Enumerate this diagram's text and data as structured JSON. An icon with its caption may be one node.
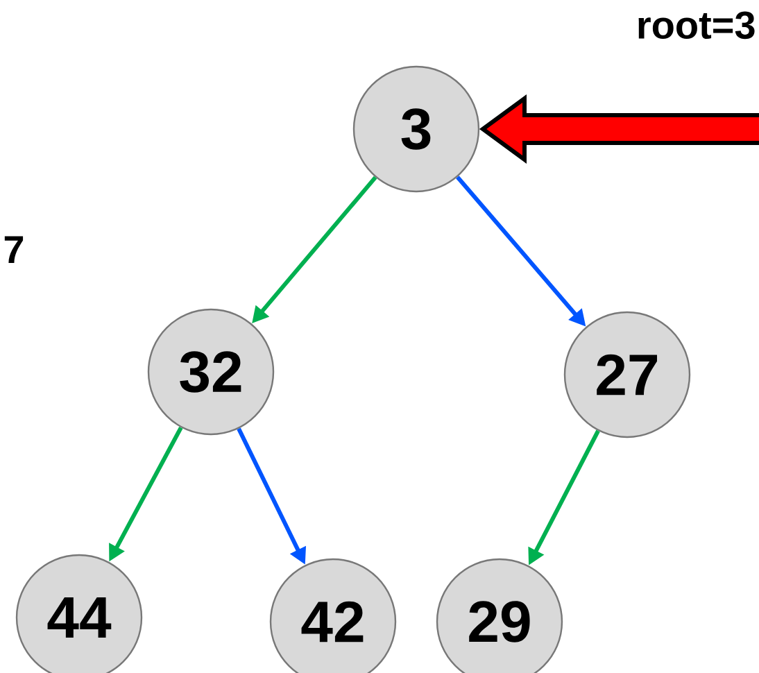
{
  "diagram": {
    "nodes": [
      {
        "text": [
          "3"
        ]
      },
      {
        "text": [
          "32"
        ]
      },
      {
        "text": [
          "27"
        ]
      },
      {
        "text": [
          "44"
        ]
      },
      {
        "text": [
          "42"
        ]
      },
      {
        "text": [
          "29"
        ]
      }
    ],
    "edges": [
      {
        "from": 0,
        "to": 1,
        "arrow": "to"
      },
      {
        "from": 0,
        "to": 2,
        "arrow": "to",
        "color": "#0055ff"
      },
      {
        "from": 1,
        "to": 3,
        "arrow": "to"
      },
      {
        "from": 1,
        "to": 4,
        "arrow": "to",
        "color": "#0055ff"
      },
      {
        "from": 2,
        "to": 5,
        "arrow": "to"
      },
      {
        "from": null,
        "to": 0,
        "arrow": "to",
        "style": "thick",
        "color": "#ff0000"
      }
    ],
    "labels": [
      "root=3",
      "7"
    ]
  }
}
